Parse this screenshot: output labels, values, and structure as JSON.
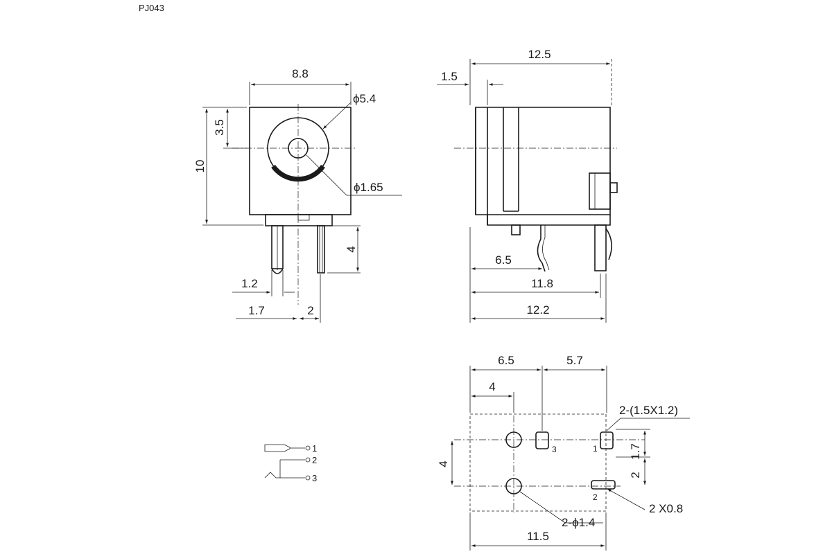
{
  "part_number": "PJ043",
  "front_view": {
    "width": "8.8",
    "height": "10",
    "center_height": "3.5",
    "outer_diameter": "ϕ5.4",
    "pin_diameter": "ϕ1.65",
    "pin_length": "4",
    "pin_offset_a": "1.2",
    "pin_offset_b": "1.7",
    "pin_spacing": "2"
  },
  "side_view": {
    "overall_length": "12.5",
    "flange": "1.5",
    "pin_position": "6.5",
    "body_length": "11.8",
    "base_length": "12.2"
  },
  "pcb_layout": {
    "hole_spacing_x": "6.5",
    "pad_spacing_x": "5.7",
    "hole_offset": "4",
    "pad_size": "2-(1.5X1.2)",
    "row_spacing": "4",
    "pad_offset_1": "1.7",
    "pad_offset_2": "2",
    "slot_width": "2 X0.8",
    "hole_diameter": "2-ϕ1.4",
    "overall_width": "11.5",
    "pad_labels": [
      "3",
      "1",
      "2"
    ]
  },
  "schematic": {
    "pin_labels": [
      "1",
      "2",
      "3"
    ]
  }
}
